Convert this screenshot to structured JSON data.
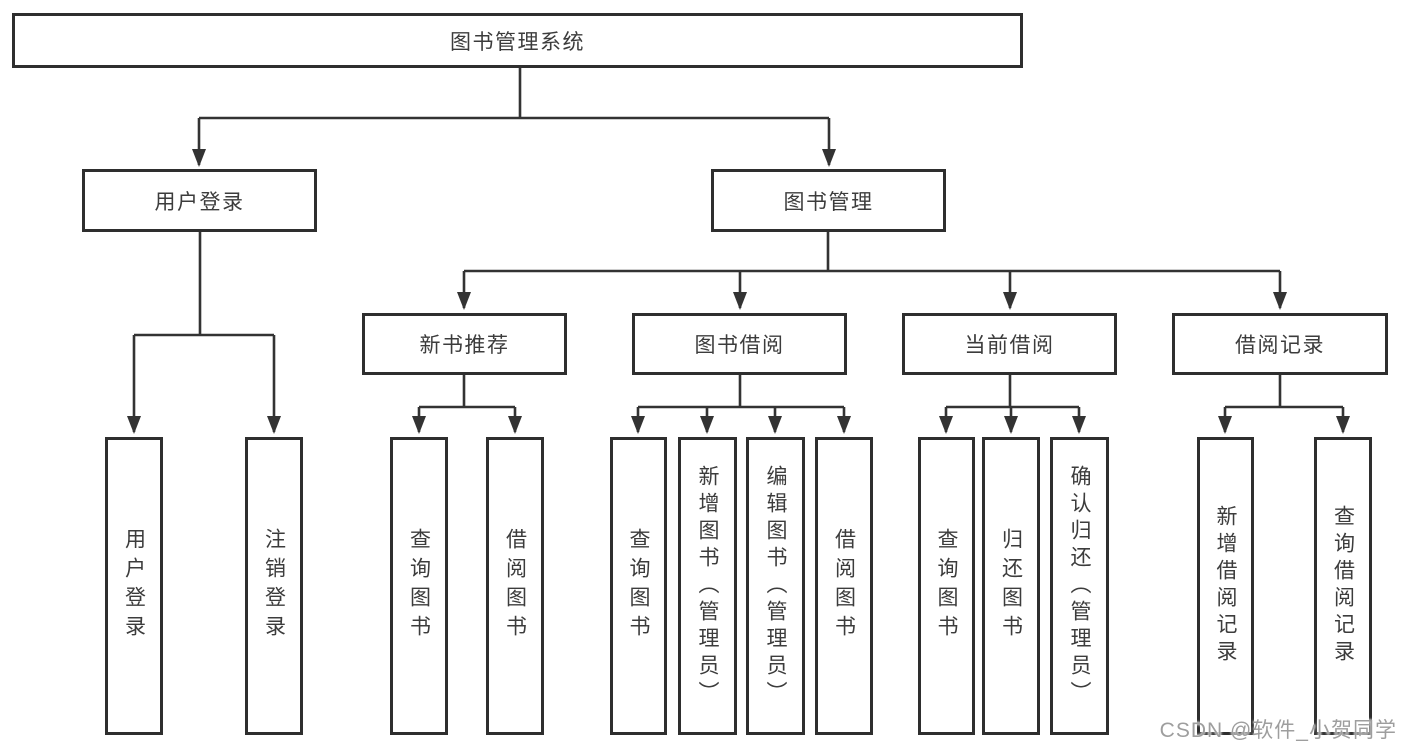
{
  "nodes": {
    "root": "图书管理系统",
    "user_login": "用户登录",
    "book_management": "图书管理",
    "new_book_recommend": "新书推荐",
    "book_borrowing": "图书借阅",
    "current_borrowing": "当前借阅",
    "borrowing_records": "借阅记录",
    "leaf_user_login": "用户登录",
    "leaf_logout": "注销登录",
    "leaf_rec_query_books": "查询图书",
    "leaf_rec_borrow_books": "借阅图书",
    "leaf_bor_query_books": "查询图书",
    "leaf_bor_add_books": "新增图书（管理员）",
    "leaf_bor_edit_books": "编辑图书（管理员）",
    "leaf_bor_borrow_books": "借阅图书",
    "leaf_cur_query_books": "查询图书",
    "leaf_cur_return_books": "归还图书",
    "leaf_cur_confirm_return": "确认归还（管理员）",
    "leaf_recs_add_record": "新增借阅记录",
    "leaf_recs_query_record": "查询借阅记录"
  },
  "watermark": "CSDN @软件_小贺同学",
  "colors": {
    "line": "#333333",
    "box_border": "#2e2e2e",
    "text": "#3c3c3c",
    "watermark": "#9e9e9e",
    "background": "#ffffff"
  }
}
